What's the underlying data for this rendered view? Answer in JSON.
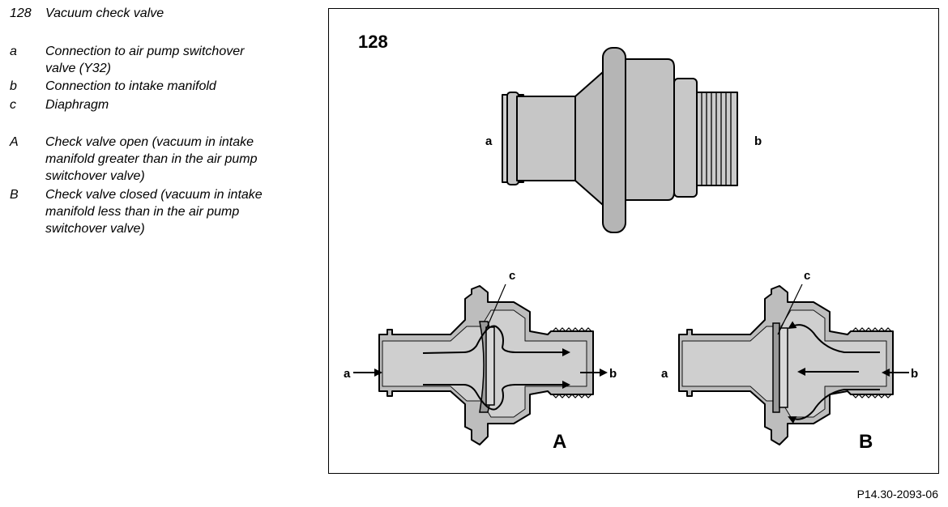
{
  "legend": {
    "title": {
      "key": "128",
      "text": "Vacuum check valve"
    },
    "items": [
      {
        "key": "a",
        "lines": [
          "Connection to air pump switchover",
          "valve (Y32)"
        ]
      },
      {
        "key": "b",
        "lines": [
          "Connection to intake manifold"
        ]
      },
      {
        "key": "c",
        "lines": [
          "Diaphragm"
        ]
      },
      {
        "key": "A",
        "lines": [
          "Check valve open (vacuum in intake",
          "manifold greater than in the air pump",
          "switchover valve)"
        ]
      },
      {
        "key": "B",
        "lines": [
          "Check valve closed (vacuum in intake",
          "manifold less than in the air pump",
          "switchover valve)"
        ]
      }
    ]
  },
  "figure": {
    "number": "128",
    "top_label_a": "a",
    "top_label_b": "b",
    "section_A": {
      "label": "A",
      "port_a": "a",
      "port_b": "b",
      "diaphragm": "c"
    },
    "section_B": {
      "label": "B",
      "port_a": "a",
      "port_b": "b",
      "diaphragm": "c"
    },
    "colors": {
      "body_fill": "#b8b8b8",
      "body_fill_light": "#cfcfcf",
      "outline": "#000000"
    }
  },
  "footer": {
    "reference": "P14.30-2093-06"
  }
}
